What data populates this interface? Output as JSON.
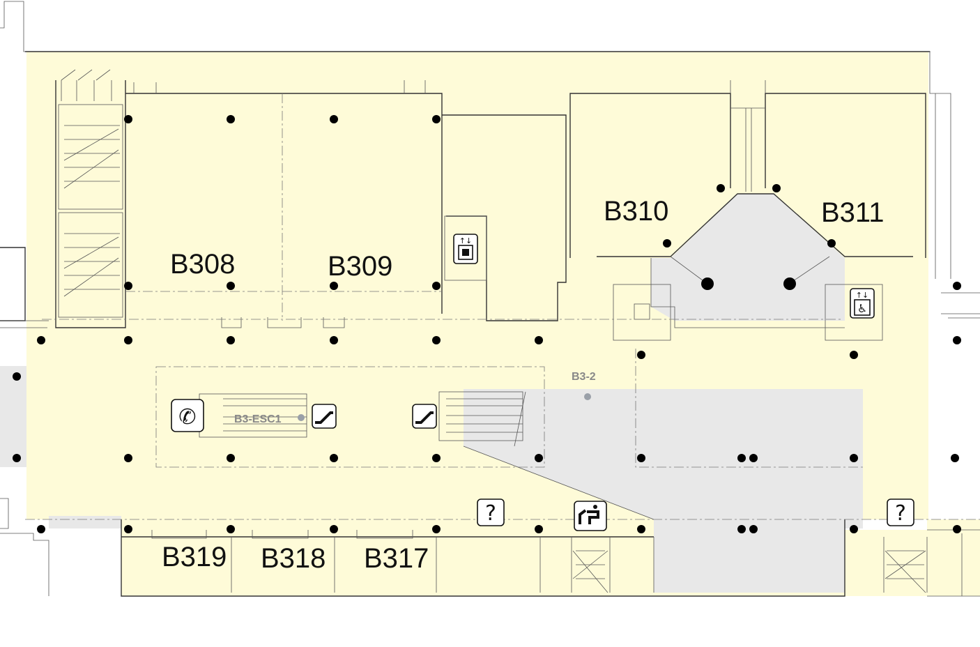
{
  "rooms": [
    {
      "id": "B308",
      "label": "B308"
    },
    {
      "id": "B309",
      "label": "B309"
    },
    {
      "id": "B310",
      "label": "B310"
    },
    {
      "id": "B311",
      "label": "B311"
    },
    {
      "id": "B317",
      "label": "B317"
    },
    {
      "id": "B318",
      "label": "B318"
    },
    {
      "id": "B319",
      "label": "B319"
    }
  ],
  "labels": {
    "escalator": "B3-ESC1",
    "area": "B3-2"
  },
  "icons": {
    "phone": "telephone-icon",
    "escalator_up": "escalator-icon",
    "escalator_down": "escalator-icon",
    "elevator": "freight-elevator-icon",
    "accessible_elevator": "accessible-elevator-icon",
    "info": "question-mark-icon",
    "water": "drinking-fountain-icon"
  },
  "colors": {
    "floor": "#fefbd8",
    "shaded": "#e8e8e8",
    "wall": "#333333",
    "column": "#000000"
  }
}
